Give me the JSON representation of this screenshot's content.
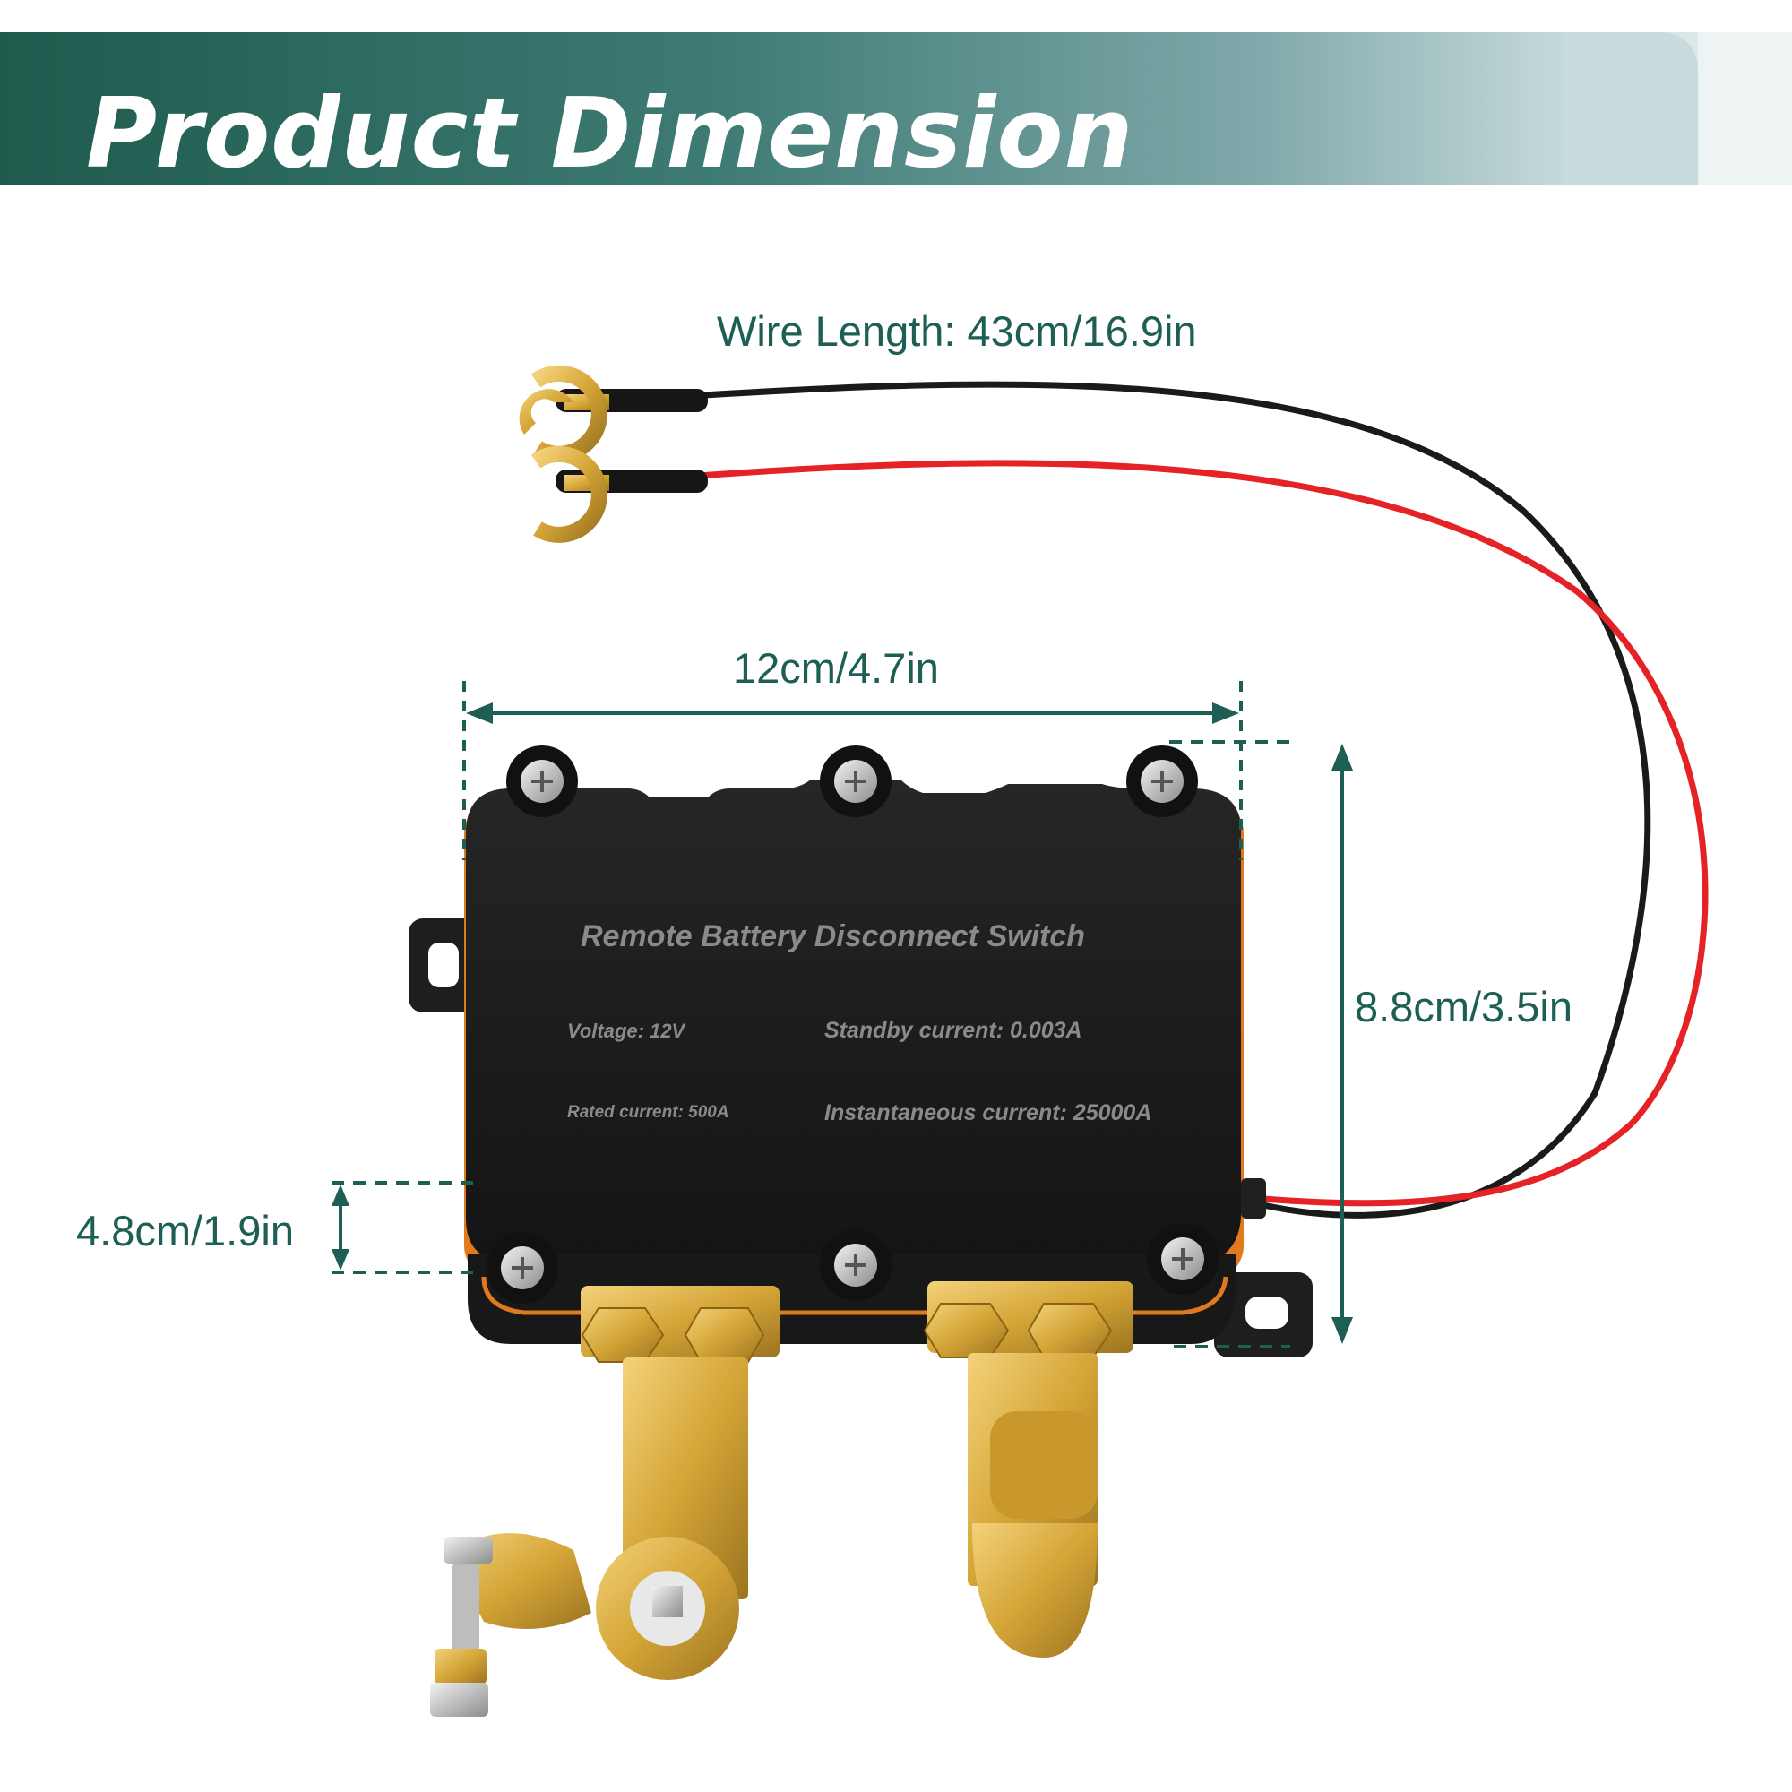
{
  "header": {
    "title": "Product Dimension"
  },
  "dimensions": {
    "wire_length": "Wire Length: 43cm/16.9in",
    "width": "12cm/4.7in",
    "height": "8.8cm/3.5in",
    "terminal": "4.8cm/1.9in"
  },
  "device": {
    "name": "Remote Battery Disconnect Switch",
    "voltage": "Voltage: 12V",
    "standby_current": "Standby current: 0.003A",
    "rated_current": "Rated current: 500A",
    "instantaneous_current": "Instantaneous current: 25000A"
  },
  "colors": {
    "accent": "#1d5f55",
    "body": "#1c1c1c",
    "seal": "#e07a1c",
    "brass": "#d4a537",
    "wire_red": "#e52226",
    "wire_black": "#1a1a1a"
  }
}
